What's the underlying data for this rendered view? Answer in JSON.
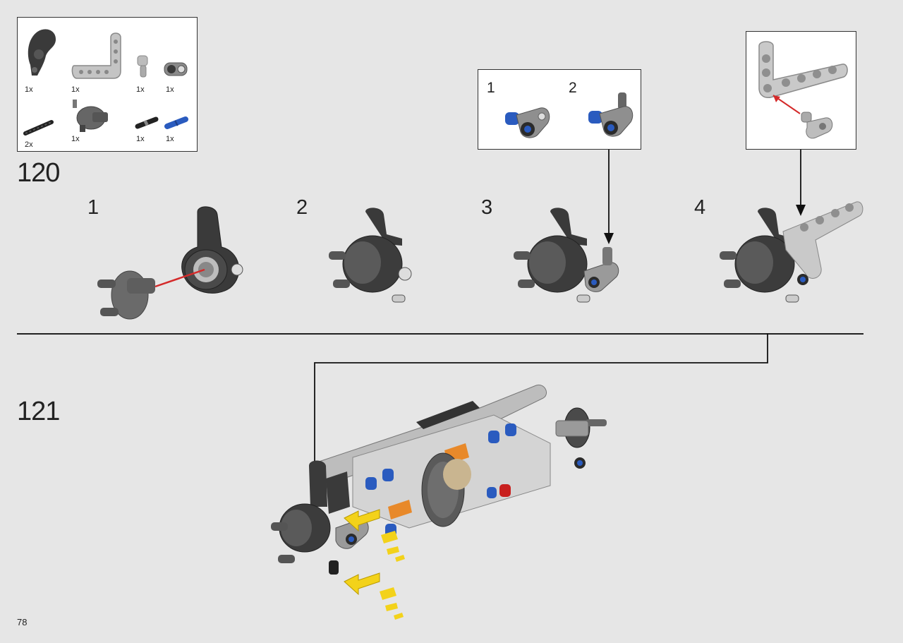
{
  "page_number": "78",
  "step_120": {
    "number": "120",
    "parts": [
      {
        "name": "hub-bracket",
        "qty": "1x"
      },
      {
        "name": "l-beam",
        "qty": "1x"
      },
      {
        "name": "pin-connector",
        "qty": "1x"
      },
      {
        "name": "axle-connector",
        "qty": "1x"
      },
      {
        "name": "axle",
        "qty": "2x"
      },
      {
        "name": "wheel-hub",
        "qty": "1x"
      },
      {
        "name": "black-axle-pin",
        "qty": "1x"
      },
      {
        "name": "blue-axle-pin",
        "qty": "1x"
      }
    ],
    "substeps": [
      "1",
      "2",
      "3",
      "4"
    ],
    "callout_a": {
      "labels": [
        "1",
        "2"
      ]
    }
  },
  "step_121": {
    "number": "121"
  },
  "colors": {
    "part_dark": "#3a3a3a",
    "part_light": "#bdbdbd",
    "part_blue": "#2a5bbf",
    "part_red": "#c8201e",
    "arrow_red": "#d42a2a",
    "arrow_yellow": "#f3d21a",
    "accent_orange": "#e8892a"
  }
}
